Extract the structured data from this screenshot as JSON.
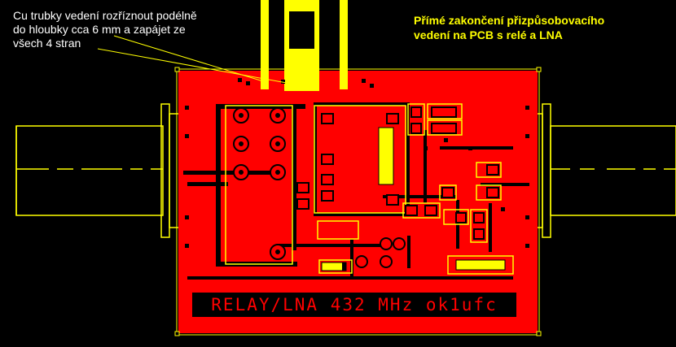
{
  "annotation": {
    "left_note": "Cu trubky vedení rozříznout podélně\ndo hloubky cca 6 mm a zapájet ze\nvšech 4 stran",
    "right_note": "Přímé zakončení přizpůsobovacího\nvedení na PCB s relé a LNA"
  },
  "pcb": {
    "silkscreen_label": "RELAY/LNA 432 MHz ok1ufc"
  },
  "colors": {
    "background": "#000000",
    "copper": "#ff0000",
    "silkscreen": "#ffff00",
    "note_text": "#ffffff",
    "title_text": "#ffff00",
    "pad": "#ff0000",
    "hole": "#000000"
  }
}
